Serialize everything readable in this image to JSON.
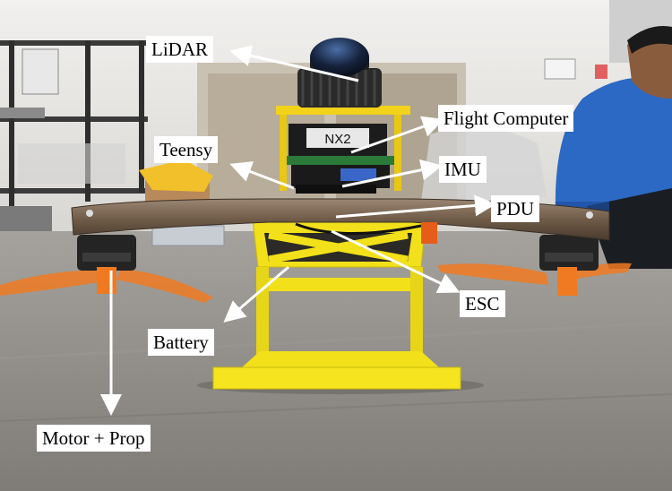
{
  "photo": {
    "drone_board_text": "NX2"
  },
  "labels": {
    "lidar": "LiDAR",
    "teensy": "Teensy",
    "flight_computer": "Flight Computer",
    "imu": "IMU",
    "pdu": "PDU",
    "esc": "ESC",
    "battery": "Battery",
    "motor_prop": "Motor + Prop"
  },
  "colors": {
    "frame_yellow": "#f2e01a",
    "prop_orange": "#f07a22",
    "floor_gray": "#8e8b86",
    "wall_white": "#e9e8e6",
    "hoodie_blue": "#2c69c4",
    "label_bg": "#ffffff",
    "arrow": "#ffffff"
  }
}
